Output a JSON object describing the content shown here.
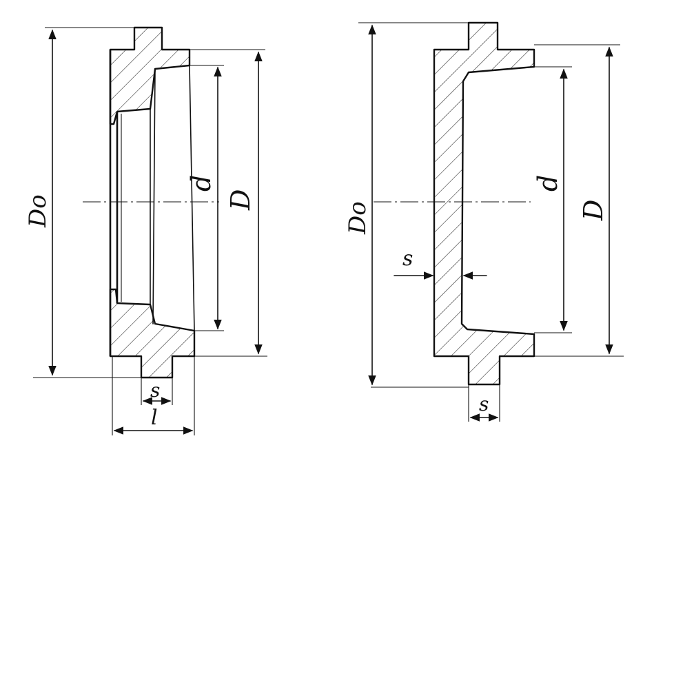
{
  "left_drawing": {
    "label_outer_diameter": "Do",
    "label_bore_diameter": "d",
    "label_diameter": "D",
    "label_wall": "s",
    "label_length": "l"
  },
  "right_drawing": {
    "label_outer_diameter": "Do",
    "label_bore_diameter": "d",
    "label_diameter": "D",
    "label_wall_side": "s",
    "label_wall_bottom": "s"
  }
}
